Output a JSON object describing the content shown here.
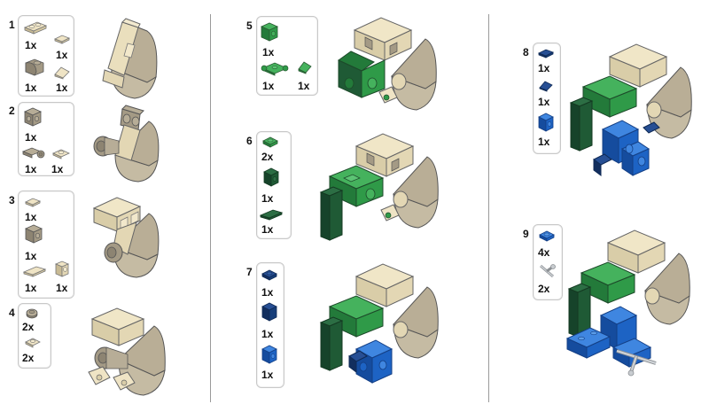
{
  "colors": {
    "tan": "#e3d7b4",
    "dark_tan": "#a49a85",
    "sand_green": "#2f9a48",
    "dark_green": "#1f5a35",
    "blue": "#1d63c4",
    "dark_blue": "#173f7a",
    "light_gray": "#b8bcc0"
  },
  "steps": [
    {
      "number": "1",
      "parts": [
        {
          "qty": "1x",
          "icon": "tan-plate-1x2-icon"
        },
        {
          "qty": "1x",
          "icon": "tan-tile-1x1-icon"
        },
        {
          "qty": "1x",
          "icon": "dark-tan-curved-slope-icon"
        },
        {
          "qty": "1x",
          "icon": "tan-slope-icon"
        }
      ]
    },
    {
      "number": "2",
      "parts": [
        {
          "qty": "1x",
          "icon": "dark-tan-brick-studs-side-icon"
        },
        {
          "qty": "1x",
          "icon": "dark-tan-plate-pin-icon"
        },
        {
          "qty": "1x",
          "icon": "tan-plate-clip-icon"
        }
      ]
    },
    {
      "number": "3",
      "parts": [
        {
          "qty": "1x",
          "icon": "tan-tile-1x1-icon"
        },
        {
          "qty": "1x",
          "icon": "dark-tan-brick-studs-side-icon"
        },
        {
          "qty": "1x",
          "icon": "tan-tile-1x2-icon"
        },
        {
          "qty": "1x",
          "icon": "tan-bracket-icon"
        }
      ]
    },
    {
      "number": "4",
      "parts": [
        {
          "qty": "2x",
          "icon": "dark-tan-round-plate-icon"
        },
        {
          "qty": "2x",
          "icon": "tan-plate-clip-icon"
        }
      ]
    },
    {
      "number": "5",
      "parts": [
        {
          "qty": "1x",
          "icon": "green-brick-studs-side-icon"
        },
        {
          "qty": "1x",
          "icon": "green-plate-clips-icon"
        },
        {
          "qty": "1x",
          "icon": "green-slope-icon"
        }
      ]
    },
    {
      "number": "6",
      "parts": [
        {
          "qty": "2x",
          "icon": "green-plate-1x1-icon"
        },
        {
          "qty": "1x",
          "icon": "dark-green-brick-icon"
        },
        {
          "qty": "1x",
          "icon": "dark-green-tile-1x2-icon"
        }
      ]
    },
    {
      "number": "7",
      "parts": [
        {
          "qty": "1x",
          "icon": "dark-blue-plate-1x1-icon"
        },
        {
          "qty": "1x",
          "icon": "dark-blue-brick-icon"
        },
        {
          "qty": "1x",
          "icon": "blue-brick-studs-side-icon"
        }
      ]
    },
    {
      "number": "8",
      "parts": [
        {
          "qty": "1x",
          "icon": "dark-blue-tile-1x1-icon"
        },
        {
          "qty": "1x",
          "icon": "dark-blue-slope-icon"
        },
        {
          "qty": "1x",
          "icon": "blue-brick-studs-side-icon"
        }
      ]
    },
    {
      "number": "9",
      "parts": [
        {
          "qty": "4x",
          "icon": "blue-plate-1x1-icon"
        },
        {
          "qty": "2x",
          "icon": "light-gray-bar-holder-icon"
        }
      ]
    }
  ]
}
